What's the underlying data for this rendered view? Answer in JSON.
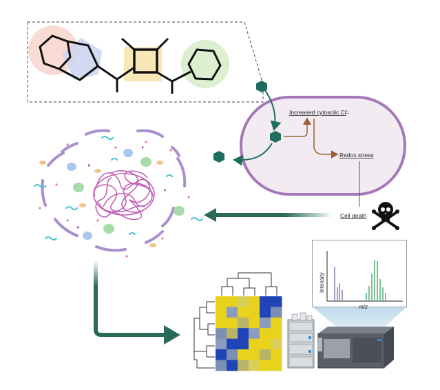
{
  "labels": {
    "increased_cl": "Increased cytosolic Cl",
    "increased_cl_sup": "−",
    "redox_stress": "Redox stress",
    "cell_death": "Cell death"
  },
  "spectrum": {
    "y_label": "Intensity",
    "x_label": "m/z"
  },
  "colors": {
    "cell_membrane": "#a478b8",
    "cell_fill": "#f2ecf2",
    "hexagon": "#1e6e60",
    "pathway_arrow": "#9a6033",
    "big_arrow": "#2a6a58",
    "heatmap_yellow": "#e8d21c",
    "heatmap_blue": "#1e44b8",
    "dna": "#c25fb7",
    "spectrum_purple": "#8a86c0",
    "spectrum_green": "#5cb37a"
  },
  "icons": [
    "molecule-structure",
    "hexagon-molecule",
    "bacterial-cell",
    "skull-crossbones-icon",
    "lysed-cell-debris",
    "dna-coil",
    "heatmap-dendrogram",
    "lc-ms-instrument",
    "mass-spectrum"
  ]
}
